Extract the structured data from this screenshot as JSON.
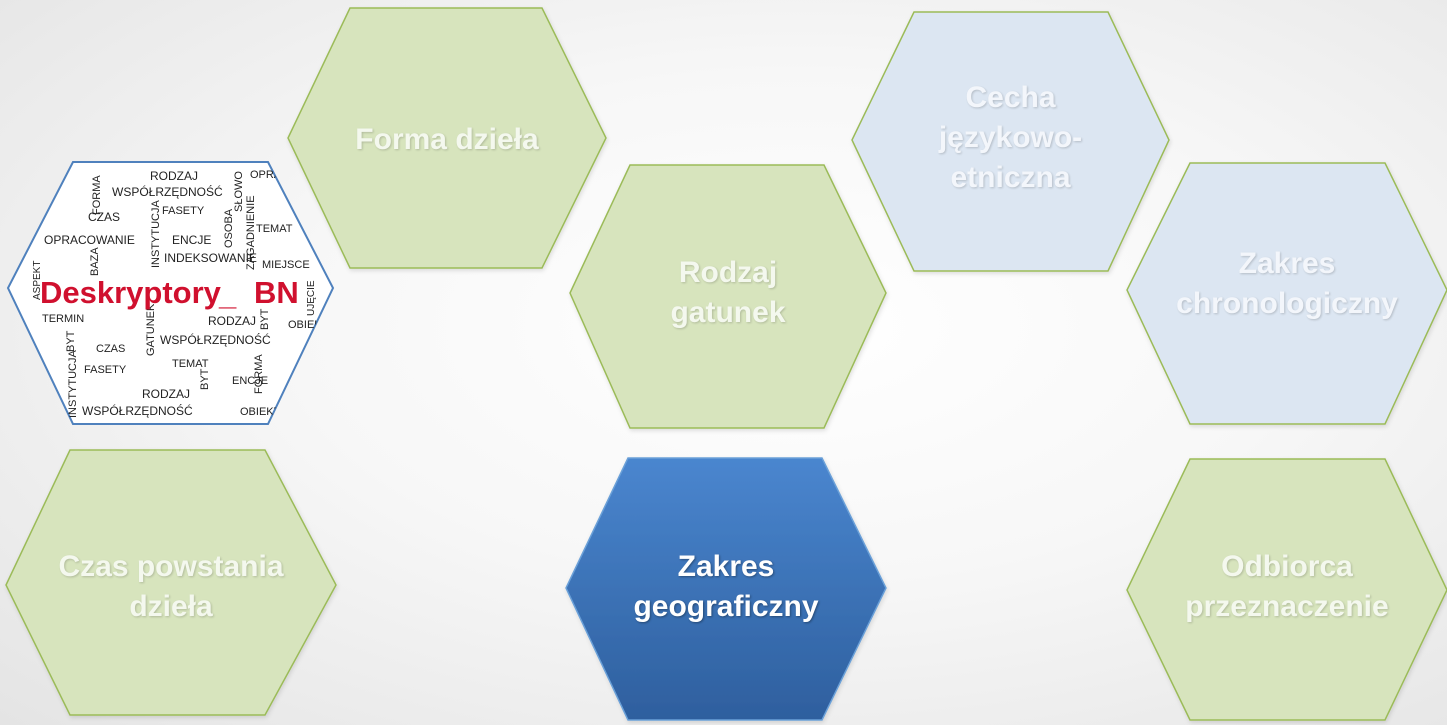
{
  "hexagons": [
    {
      "id": "forma-dziela",
      "lines": [
        "Forma dzieła"
      ],
      "style": "green",
      "active": false
    },
    {
      "id": "rodzaj-gatunek",
      "lines": [
        "Rodzaj",
        "gatunek"
      ],
      "style": "green",
      "active": false
    },
    {
      "id": "cecha-jezykowo-etniczna",
      "lines": [
        "Cecha",
        "językowo-",
        "etniczna"
      ],
      "style": "blue-light",
      "active": false
    },
    {
      "id": "zakres-chronologiczny",
      "lines": [
        "Zakres",
        "chronologiczny"
      ],
      "style": "blue-light",
      "active": false
    },
    {
      "id": "czas-powstania-dziela",
      "lines": [
        "Czas powstania",
        "dzieła"
      ],
      "style": "green",
      "active": false
    },
    {
      "id": "zakres-geograficzny",
      "lines": [
        "Zakres",
        "geograficzny"
      ],
      "style": "active-blue",
      "active": true
    },
    {
      "id": "odbiorca-przeznaczenie",
      "lines": [
        "Odbiorca",
        "przeznaczenie"
      ],
      "style": "green",
      "active": false
    }
  ],
  "logo": {
    "title_main": "Deskryptory",
    "title_sep": "_",
    "title_abbr": "BN",
    "words": [
      "RODZAJ",
      "WSPÓŁRZĘDNOŚĆ",
      "FORMA",
      "CZAS",
      "FASETY",
      "OPRACOWANIE",
      "INSTYTUCJA",
      "ENCJE",
      "OSOBA",
      "TEMAT",
      "INDEKSOWANIE",
      "ZAGADNIENIE",
      "MIEJSCE",
      "SŁOWO",
      "BAZA",
      "ASPEKT",
      "TERMIN",
      "GATUNEK",
      "BYT",
      "OBIEKT",
      "UJĘCIE",
      "OPRAC"
    ]
  },
  "colors": {
    "green_fill": "#d7e4bd",
    "green_stroke": "#9bbb59",
    "blue_light_fill": "#dce6f2",
    "blue_light_stroke": "#9bbb59",
    "active_fill_top": "#4a86cf",
    "active_fill_bottom": "#2e5f9e",
    "active_stroke": "#6aa0d8",
    "logo_stroke": "#4f81bd",
    "logo_red": "#d0102e"
  }
}
